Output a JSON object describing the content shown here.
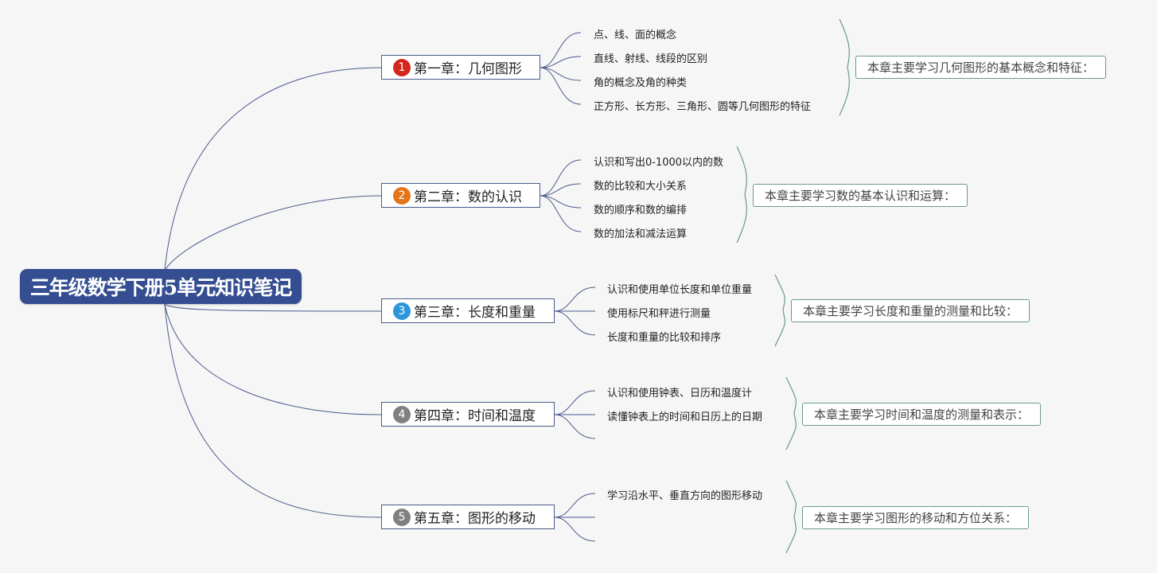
{
  "root": {
    "title": "三年级数学下册5单元知识笔记"
  },
  "colors": {
    "root": "#354e91",
    "branch_line": "#4b5a8c",
    "brace": "#6a9a88"
  },
  "chapters": [
    {
      "number": "1",
      "badge_color": "#d4261c",
      "label": "第一章：几何图形",
      "topics": [
        "点、线、面的概念",
        "直线、射线、线段的区别",
        "角的概念及角的种类",
        "正方形、长方形、三角形、圆等几何图形的特征"
      ],
      "summary": "本章主要学习几何图形的基本概念和特征："
    },
    {
      "number": "2",
      "badge_color": "#e4751b",
      "label": "第二章：数的认识",
      "topics": [
        "认识和写出0-1000以内的数",
        "数的比较和大小关系",
        "数的顺序和数的编排",
        "数的加法和减法运算"
      ],
      "summary": "本章主要学习数的基本认识和运算："
    },
    {
      "number": "3",
      "badge_color": "#2b97d8",
      "label": "第三章：长度和重量",
      "topics": [
        "认识和使用单位长度和单位重量",
        "使用标尺和秤进行测量",
        "长度和重量的比较和排序"
      ],
      "summary": "本章主要学习长度和重量的测量和比较："
    },
    {
      "number": "4",
      "badge_color": "#808080",
      "label": "第四章：时间和温度",
      "topics": [
        "认识和使用钟表、日历和温度计",
        "读懂钟表上的时间和日历上的日期",
        ""
      ],
      "summary": "本章主要学习时间和温度的测量和表示："
    },
    {
      "number": "5",
      "badge_color": "#808080",
      "label": "第五章：图形的移动",
      "topics": [
        "学习沿水平、垂直方向的图形移动",
        "",
        ""
      ],
      "summary": "本章主要学习图形的移动和方位关系："
    }
  ]
}
